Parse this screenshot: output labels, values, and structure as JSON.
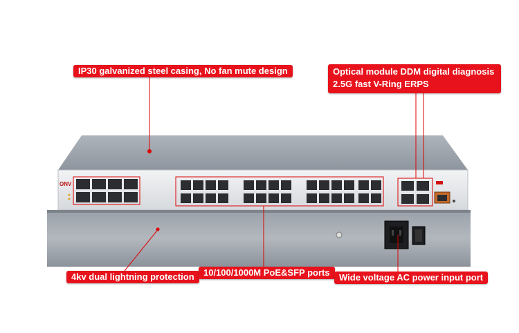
{
  "brand_logo": "ONV",
  "callouts": {
    "casing": "IP30 galvanized steel casing, No fan mute design",
    "optical_line1": "Optical module DDM digital diagnosis",
    "optical_line2": "2.5G fast V-Ring ERPS",
    "lightning": "4kv dual lightning protection",
    "ports": "10/100/1000M PoE&SFP ports",
    "power": "Wide voltage AC power input port"
  },
  "colors": {
    "callout_bg": "#e8121c",
    "callout_text": "#ffffff",
    "chassis": "#9aa1aa",
    "panel": "#e4e6e9",
    "port": "#2b2d31"
  }
}
